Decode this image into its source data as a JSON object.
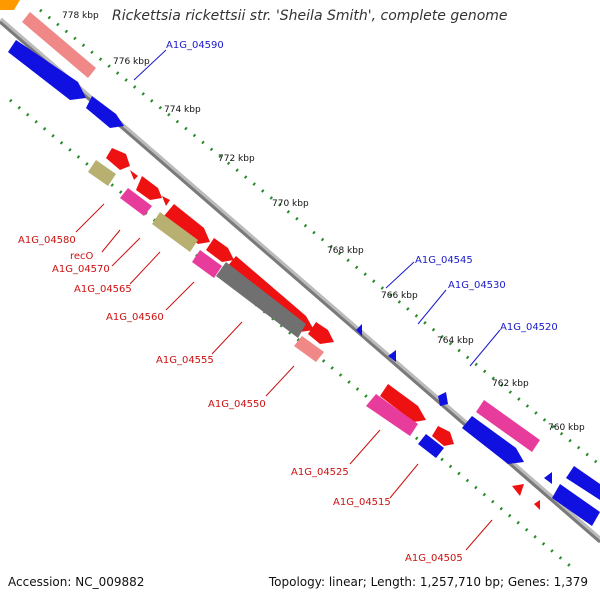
{
  "title": "Rickettsia rickettsii str. 'Sheila Smith', complete genome",
  "footer": {
    "accession": "Accession: NC_009882",
    "summary": "Topology: linear; Length: 1,257,710 bp; Genes: 1,379"
  },
  "ticks": [
    "778 kbp",
    "776 kbp",
    "774 kbp",
    "772 kbp",
    "770 kbp",
    "768 kbp",
    "766 kbp",
    "764 kbp",
    "762 kbp",
    "760 kbp"
  ],
  "labels": {
    "blue": [
      "A1G_04590",
      "A1G_04545",
      "A1G_04530",
      "A1G_04520"
    ],
    "red": [
      "A1G_04580",
      "recO",
      "A1G_04570",
      "A1G_04565",
      "A1G_04560",
      "A1G_04555",
      "A1G_04550",
      "A1G_04525",
      "A1G_04515",
      "A1G_04505"
    ]
  },
  "colors": {
    "label_blue": "#1a1acc",
    "label_red": "#cc1111",
    "blue_gene": "#1010e0",
    "red_gene": "#ee1111",
    "pink_gene": "#e83c9c",
    "salmon_gene": "#f08888",
    "olive_gene": "#b8b070",
    "gray_gene": "#707070",
    "orange_gene": "#ff9900",
    "backbone": "#8a8a8a",
    "dotted_track": "#2a8a2a"
  }
}
